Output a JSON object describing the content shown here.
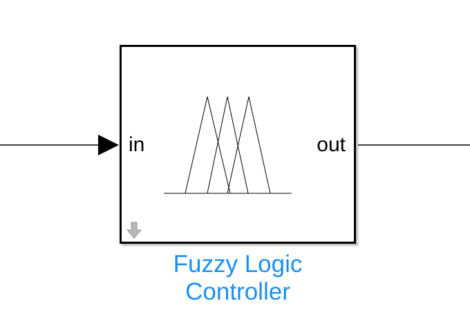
{
  "block": {
    "name_line1": "Fuzzy Logic",
    "name_line2": "Controller",
    "input_port": "in",
    "output_port": "out"
  },
  "colors": {
    "block_name": "#1a90f0",
    "border": "#000000",
    "icon": "#b0b0b0"
  },
  "icons": {
    "membership_functions": "triangle-mf-icon",
    "link_indicator": "down-arrow-icon",
    "input_arrow": "arrowhead-icon"
  }
}
